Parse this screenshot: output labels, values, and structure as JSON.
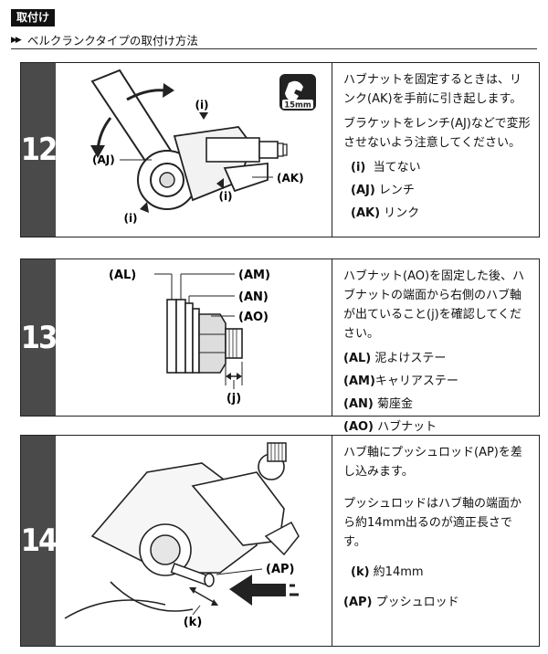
{
  "header": {
    "tag": "取付け",
    "arrows": "▶▶",
    "subtitle": "ベルクランクタイプの取付け方法"
  },
  "steps": [
    {
      "number": "12",
      "tool_badge": "15mm",
      "callouts": {
        "aj": "(AJ)",
        "ak": "(AK)",
        "i1": "(i)",
        "i2": "(i)",
        "i3": "(i)"
      },
      "paragraphs": [
        "ハブナットを固定するときは、リンク(AK)を手前に引き起します。",
        "ブラケットをレンチ(AJ)などで変形させないよう注意してください。"
      ],
      "items": [
        {
          "code": "(i)",
          "label": "当てない"
        },
        {
          "code": "(AJ)",
          "label": "レンチ"
        },
        {
          "code": "(AK)",
          "label": "リンク"
        }
      ]
    },
    {
      "number": "13",
      "callouts": {
        "al": "(AL)",
        "am": "(AM)",
        "an": "(AN)",
        "ao": "(AO)",
        "j": "(j)"
      },
      "paragraphs": [
        "ハブナット(AO)を固定した後、ハブナットの端面から右側のハブ軸が出ていること(j)を確認してください。"
      ],
      "items": [
        {
          "code": "(AL)",
          "label": "泥よけステー"
        },
        {
          "code": "(AM)",
          "label": "キャリアステー"
        },
        {
          "code": "(AN)",
          "label": "菊座金"
        },
        {
          "code": "(AO)",
          "label": "ハブナット"
        }
      ]
    },
    {
      "number": "14",
      "callouts": {
        "ap": "(AP)",
        "k": "(k)"
      },
      "paragraphs": [
        "ハブ軸にプッシュロッド(AP)を差し込みます。",
        "プッシュロッドはハブ軸の端面から約14mm出るのが適正長さです。"
      ],
      "items": [
        {
          "code": "(k)",
          "label": "約14mm"
        },
        {
          "code": "(AP)",
          "label": "プッシュロッド"
        }
      ]
    }
  ]
}
